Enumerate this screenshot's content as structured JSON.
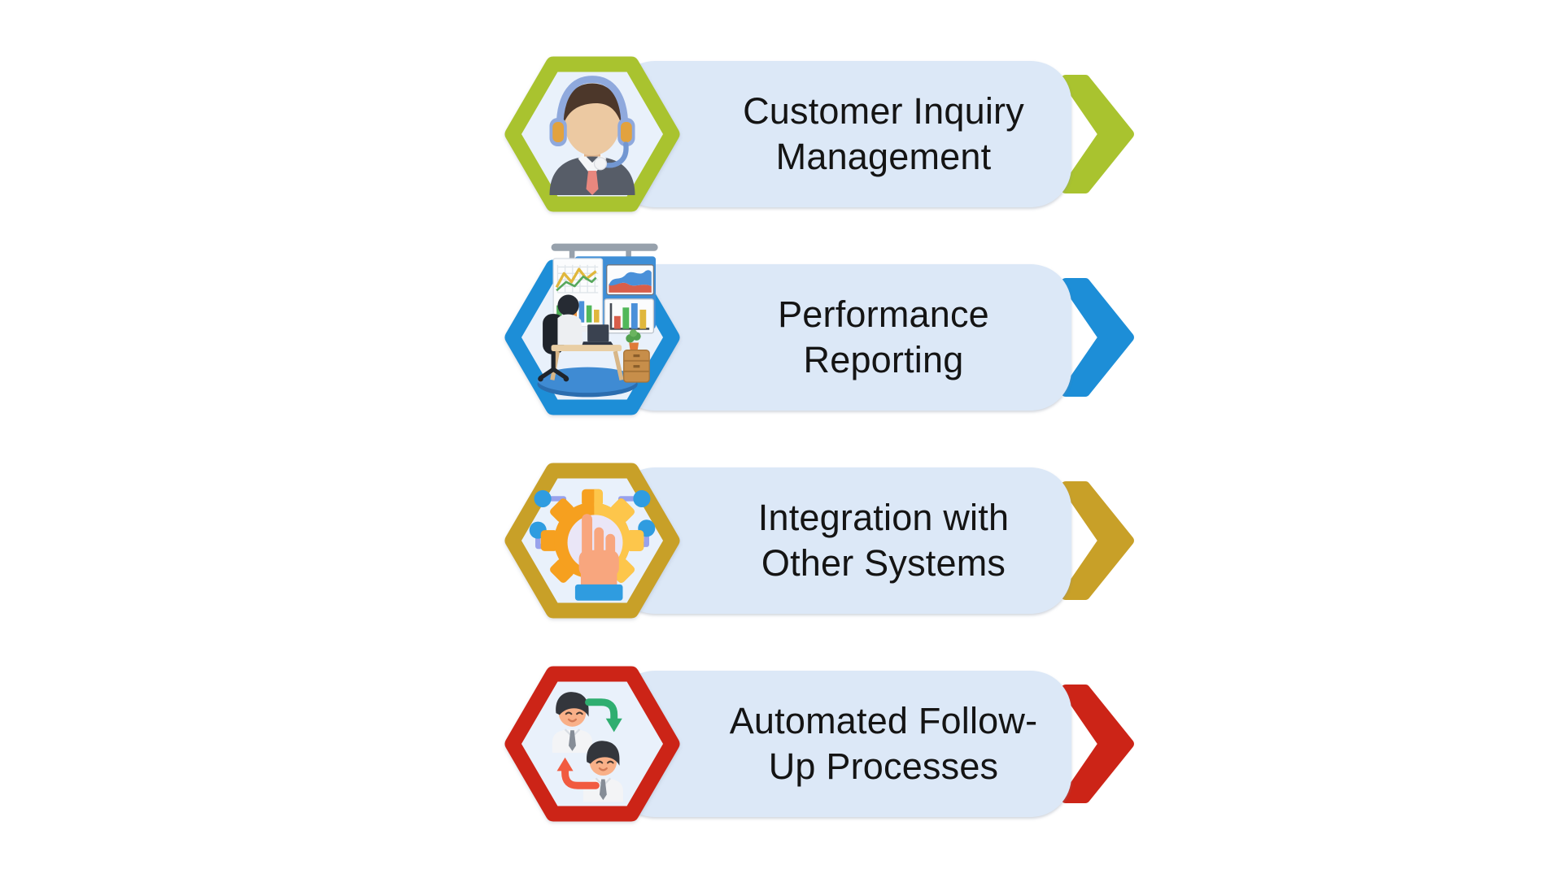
{
  "page": {
    "background": "#ffffff",
    "type_label": "feature list infographic"
  },
  "styles": {
    "background": "#ffffff",
    "pill_fill": "#dce8f7",
    "hex_fill": "#e9f1fb",
    "title_color": "#141414"
  },
  "rows": [
    {
      "title": "Customer Inquiry Management",
      "title_line1": "Customer Inquiry",
      "title_line2": "Management",
      "accent": "#a9c32f",
      "icon": "customer-support-agent-icon"
    },
    {
      "title": "Performance Reporting",
      "title_line1": "Performance",
      "title_line2": "Reporting",
      "accent": "#1d8ed7",
      "icon": "performance-reporting-icon"
    },
    {
      "title": "Integration with Other Systems",
      "title_line1": "Integration with",
      "title_line2": "Other Systems",
      "accent": "#c8a028",
      "icon": "system-integration-icon"
    },
    {
      "title": "Automated Follow-Up Processes",
      "title_line1": "Automated Follow-",
      "title_line2": "Up Processes",
      "accent": "#cc2417",
      "icon": "automated-follow-up-icon"
    }
  ]
}
